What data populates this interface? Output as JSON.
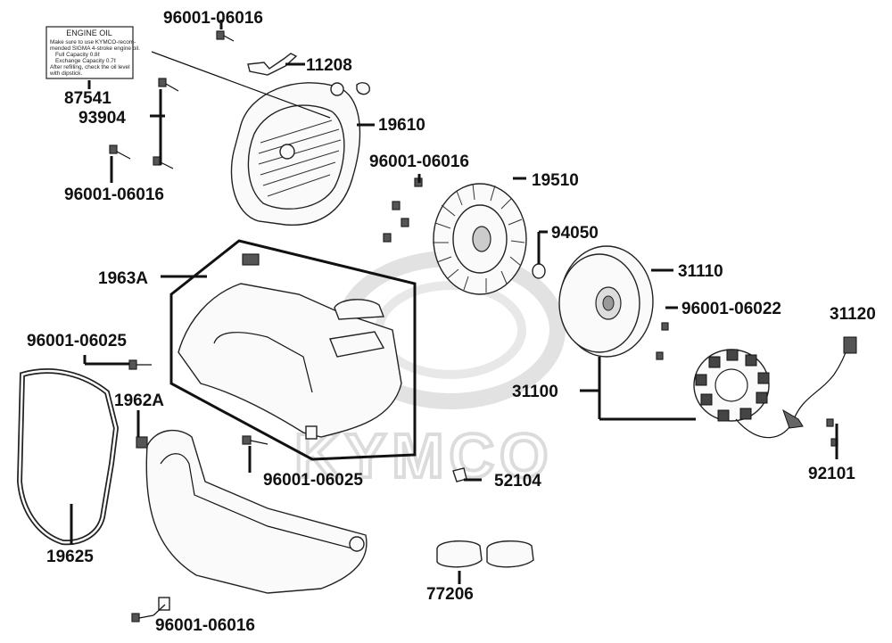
{
  "watermark": {
    "brand": "KYMCO"
  },
  "oil_label": {
    "title": "ENGINE OIL",
    "lines": [
      "Make sure to use KYMCO-recom-",
      "mended SIGMA 4-stroke engine oil.",
      "Full Capacity                0.8ℓ",
      "Exchange Capacity        0.7ℓ",
      "After refilling, check the oil level",
      "with dipstick."
    ]
  },
  "part_labels": [
    "96001-06016",
    "11208",
    "87541",
    "93904",
    "19610",
    "96001-06016",
    "96001-06016",
    "19510",
    "94050",
    "1963A",
    "31110",
    "96001-06022",
    "31120",
    "96001-06025",
    "31100",
    "1962A",
    "96001-06025",
    "52104",
    "92101",
    "19625",
    "77206",
    "96001-06016"
  ]
}
